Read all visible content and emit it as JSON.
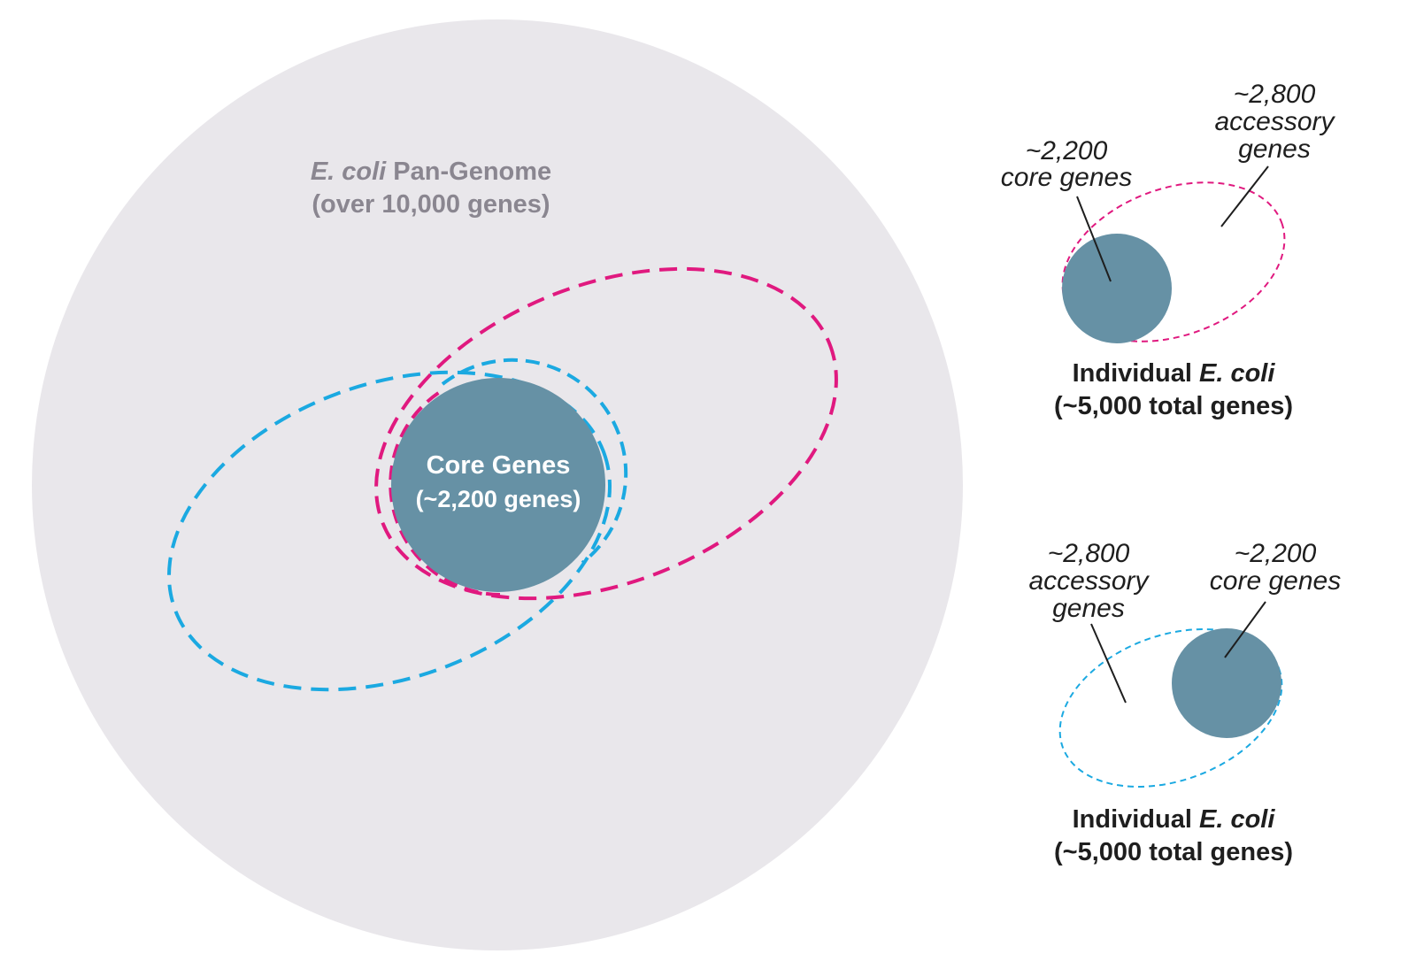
{
  "colors": {
    "pan_genome_fill": "#e9e7eb",
    "pan_title_text": "#8a8690",
    "core_fill": "#6691a5",
    "core_text": "#ffffff",
    "strain_a_outline": "#e0197f",
    "strain_b_outline": "#1ba9e1",
    "label_text": "#1e1e1e",
    "leader_line": "#1e1e1e"
  },
  "pan_genome": {
    "title_italic": "E. coli",
    "title_rest": " Pan-Genome",
    "subtitle": "(over 10,000 genes)"
  },
  "core": {
    "title": "Core Genes",
    "subtitle": "(~2,200 genes)"
  },
  "individual_top": {
    "outline": "magenta-dashed",
    "core_label": {
      "line1": "~2,200",
      "line2": "core genes"
    },
    "accessory_label": {
      "line1": "~2,800",
      "line2": "accessory",
      "line3": "genes"
    },
    "caption_prefix": "Individual ",
    "caption_italic": "E. coli",
    "caption_line2": "(~5,000 total genes)"
  },
  "individual_bottom": {
    "outline": "cyan-dashed",
    "core_label": {
      "line1": "~2,200",
      "line2": "core genes"
    },
    "accessory_label": {
      "line1": "~2,800",
      "line2": "accessory",
      "line3": "genes"
    },
    "caption_prefix": "Individual ",
    "caption_italic": "E. coli",
    "caption_line2": "(~5,000 total genes)"
  }
}
